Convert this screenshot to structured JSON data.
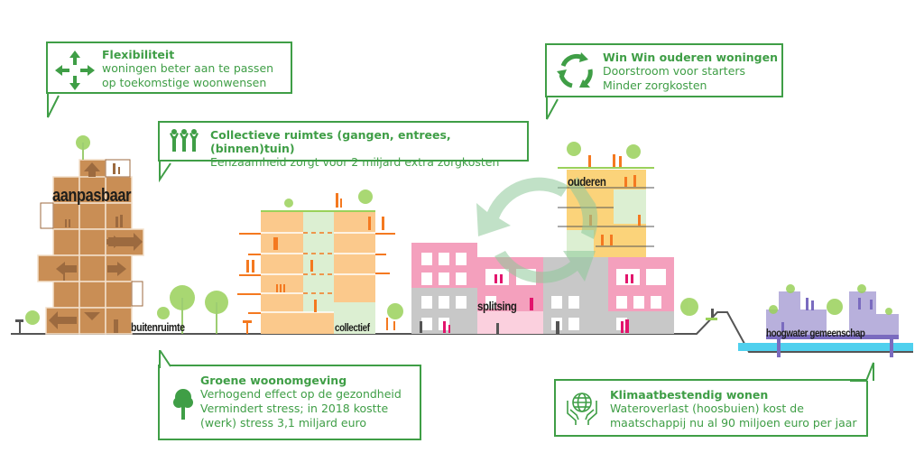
{
  "colors": {
    "accent_green": "#3f9e46",
    "wood": "#c98e55",
    "wood_dark": "#9c6a3f",
    "orange_light": "#fbc98c",
    "orange": "#f47920",
    "mint": "#dcefd2",
    "pink": "#f4a0bd",
    "grey": "#c8c8c8",
    "yellow": "#fbd37a",
    "lavender": "#b8b0dc",
    "purple": "#7a6bbf",
    "water": "#4fd0ee",
    "cycle_arrow": "#8fc99a"
  },
  "callouts": {
    "flexibiliteit": {
      "icon": "four-way-arrows-icon",
      "title": "Flexibiliteit",
      "lines": [
        "woningen beter aan te passen",
        "op toekomstige woonwensen"
      ]
    },
    "collectief": {
      "icon": "people-group-icon",
      "title": "Collectieve ruimtes (gangen, entrees, (binnen)tuin)",
      "lines": [
        "Eenzaamheid zorgt voor 2 miljard extra zorgkosten"
      ]
    },
    "winwin": {
      "icon": "recycle-arrows-icon",
      "title": "Win Win ouderen woningen",
      "lines": [
        "Doorstroom voor starters",
        "Minder zorgkosten"
      ]
    },
    "groen": {
      "icon": "tree-icon",
      "title": "Groene woonomgeving",
      "lines": [
        "Verhogend effect op de gezondheid",
        "Vermindert stress; in 2018 kostte",
        "(werk) stress 3,1 miljard euro"
      ]
    },
    "klimaat": {
      "icon": "globe-in-hands-icon",
      "title": "Klimaatbestendig wonen",
      "lines": [
        "Wateroverlast (hoosbuien) kost de",
        "maatschappij nu al 90 miljoen euro per jaar"
      ]
    }
  },
  "scene_labels": {
    "aanpasbaar": "aanpasbaar",
    "buitenruimte": "buitenruimte",
    "collectief": "collectief",
    "ouderen": "ouderen",
    "splitsing": "splitsing",
    "hoogwater": "hoogwater gemeenschap"
  }
}
